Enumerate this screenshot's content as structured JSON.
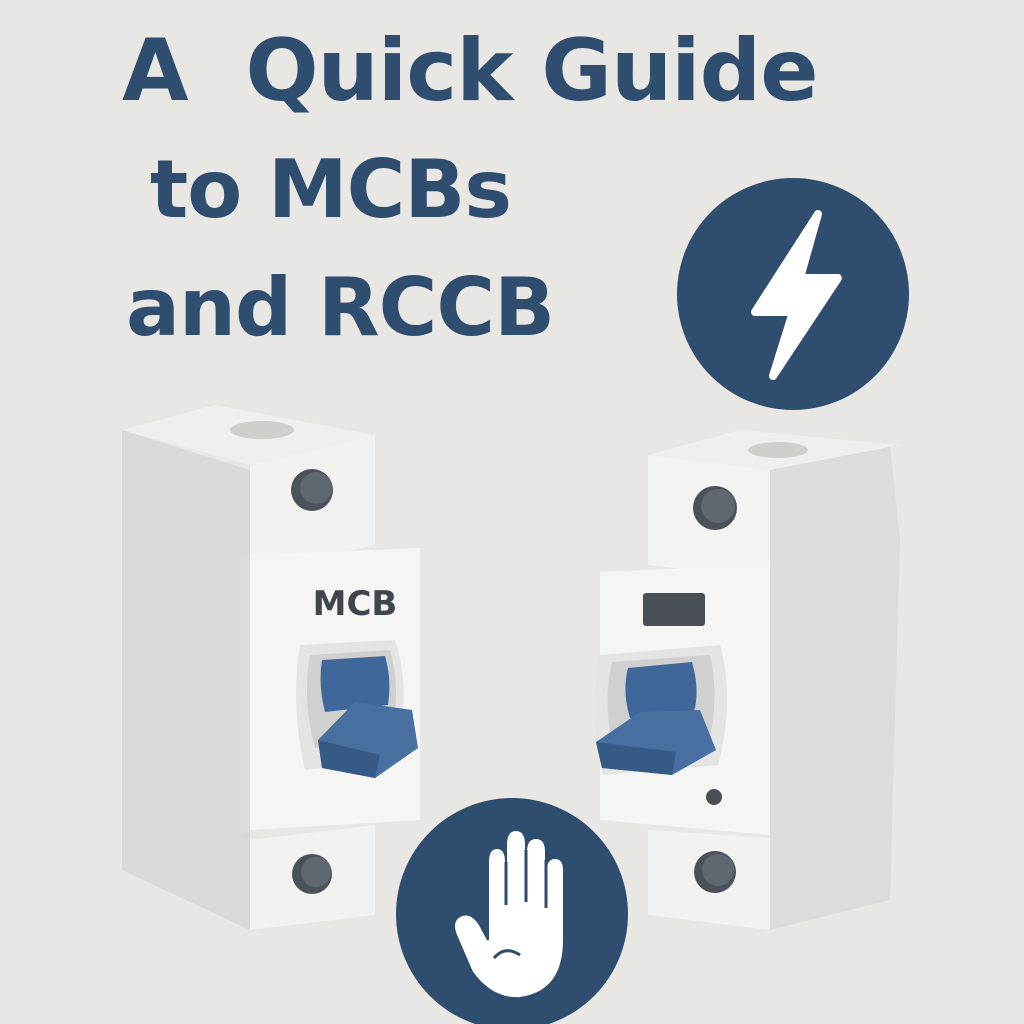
{
  "title": {
    "line1": "A  Quick Guide",
    "line2": "to MCBs",
    "line3": "and RCCB"
  },
  "devices": {
    "mcb_label": "MCB"
  },
  "icons": {
    "top_right": "lightning-bolt-icon",
    "bottom_center": "hand-stop-icon"
  },
  "colors": {
    "background": "#e8e7e4",
    "accent": "#2f4d6e",
    "toggle": "#4770a0",
    "device_body": "#f4f4f3"
  }
}
